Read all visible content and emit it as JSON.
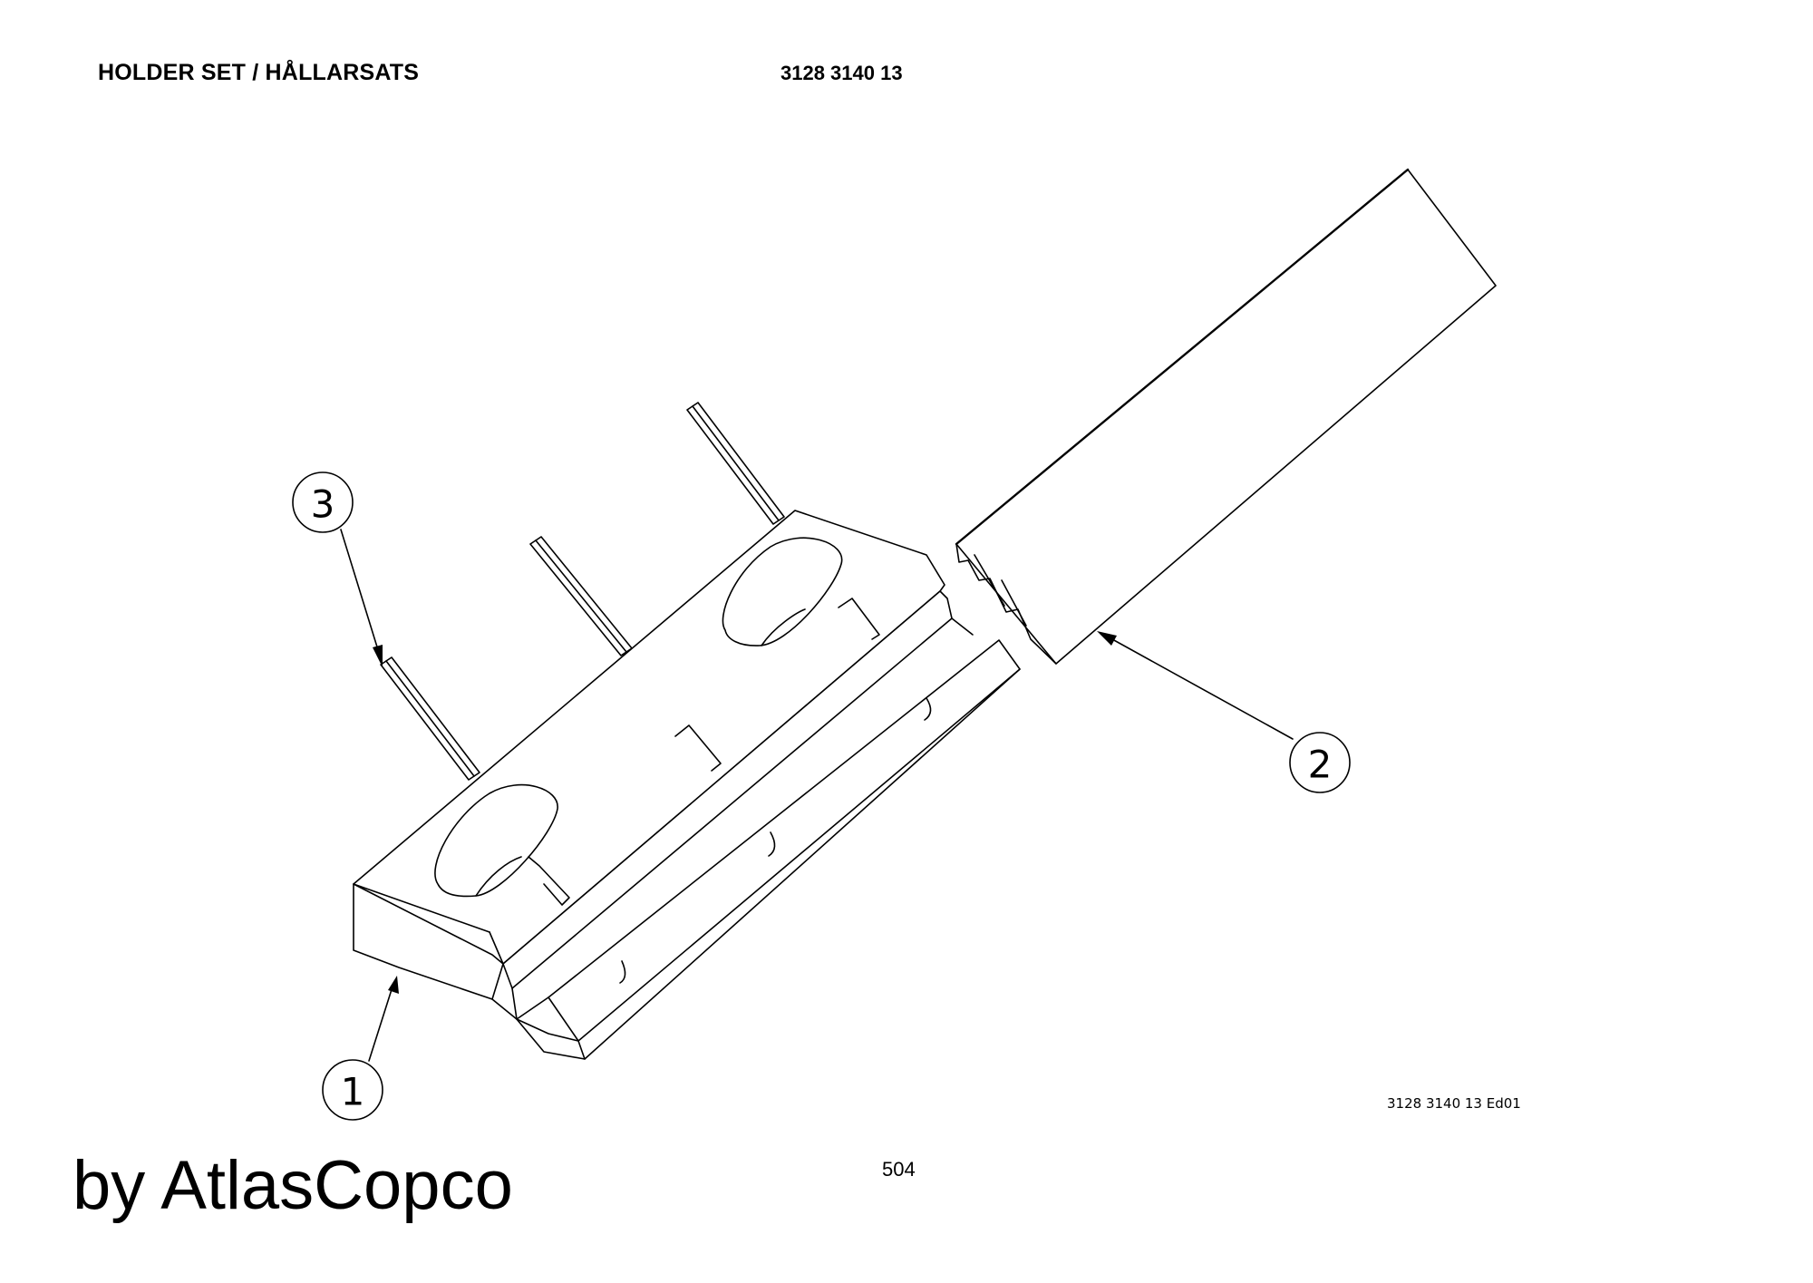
{
  "header": {
    "title": "HOLDER SET / HÅLLARSATS",
    "part_number": "3128 3140 13"
  },
  "drawing": {
    "callouts": [
      {
        "label": "1",
        "meaning": "holder body"
      },
      {
        "label": "2",
        "meaning": "bar"
      },
      {
        "label": "3",
        "meaning": "pin"
      }
    ],
    "reference": "3128 3140 13 Ed01"
  },
  "page_number": "504",
  "footer": {
    "brand": "by AtlasCopco"
  }
}
